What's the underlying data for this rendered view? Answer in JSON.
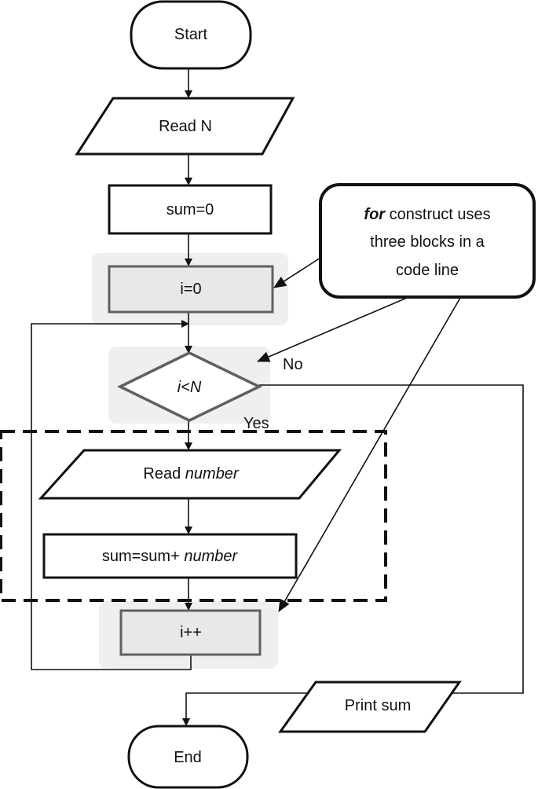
{
  "nodes": {
    "start": {
      "label": "Start"
    },
    "read_n": {
      "label": "Read N"
    },
    "sum_init": {
      "label": "sum=0"
    },
    "i_init": {
      "label": "i=0"
    },
    "condition": {
      "label": "i<N"
    },
    "read_number": {
      "prefix": "Read ",
      "emphasis": "number"
    },
    "sum_update": {
      "prefix": "sum=sum+ ",
      "emphasis": "number"
    },
    "increment": {
      "label": "i++"
    },
    "print_sum": {
      "label": "Print sum"
    },
    "end": {
      "label": "End"
    }
  },
  "branch_labels": {
    "no": "No",
    "yes": "Yes"
  },
  "callout": {
    "keyword": "for",
    "line1_rest": " construct uses",
    "line2": "three blocks in a",
    "line3": "code line"
  },
  "colors": {
    "stroke": "#111111",
    "gray_stroke": "#606060",
    "highlight_fill": "#efefef",
    "box_fill": "#ffffff"
  }
}
